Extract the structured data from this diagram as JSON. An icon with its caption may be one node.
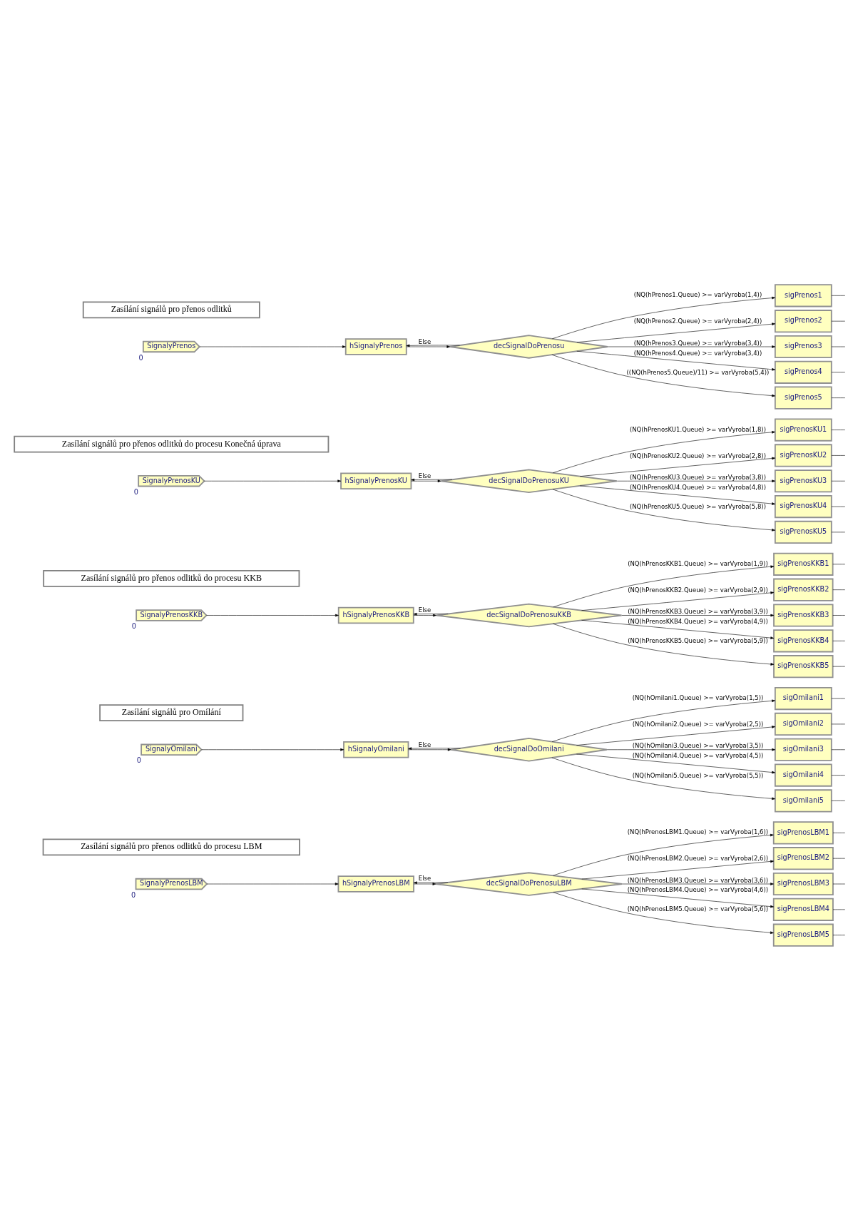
{
  "diagram": {
    "nodes": [
      {
        "text": [
          "Zasílání signálů pro přenos odlitků do procesu LBM"
        ]
      },
      {
        "text": [
          "SignalyPrenosLBM"
        ],
        "beside": [
          "0"
        ]
      },
      {
        "text": [
          "hSignalyPrenosLBM"
        ]
      },
      {
        "text": [
          "decSignalDoPrenosuLBM"
        ]
      },
      {
        "text": [
          "sigPrenosLBM1"
        ]
      },
      {
        "text": [
          "sigPrenosLBM2"
        ]
      },
      {
        "text": [
          "sigPrenosLBM3"
        ]
      },
      {
        "text": [
          "sigPrenosLBM4"
        ]
      },
      {
        "text": [
          "sigPrenosLBM5"
        ]
      },
      {
        "text": [
          "Zasílání signálů pro Omílání"
        ]
      },
      {
        "text": [
          "SignalyOmilani"
        ],
        "beside": [
          "0"
        ]
      },
      {
        "text": [
          "hSignalyOmilani"
        ]
      },
      {
        "text": [
          "decSignalDoOmilani"
        ]
      },
      {
        "text": [
          "sigOmilani1"
        ]
      },
      {
        "text": [
          "sigOmilani2"
        ]
      },
      {
        "text": [
          "sigOmilani3"
        ]
      },
      {
        "text": [
          "sigOmilani4"
        ]
      },
      {
        "text": [
          "sigOmilani5"
        ]
      },
      {
        "text": [
          "Zasílání signálů pro přenos odlitků do procesu KKB"
        ]
      },
      {
        "text": [
          "SignalyPrenosKKB"
        ],
        "beside": [
          "0"
        ]
      },
      {
        "text": [
          "hSignalyPrenosKKB"
        ]
      },
      {
        "text": [
          "decSignalDoPrenosuKKB"
        ]
      },
      {
        "text": [
          "sigPrenosKKB1"
        ]
      },
      {
        "text": [
          "sigPrenosKKB2"
        ]
      },
      {
        "text": [
          "sigPrenosKKB3"
        ]
      },
      {
        "text": [
          "sigPrenosKKB4"
        ]
      },
      {
        "text": [
          "sigPrenosKKB5"
        ]
      },
      {
        "text": [
          "Zasílání signálů pro přenos odlitků do procesu Konečná úprava"
        ]
      },
      {
        "text": [
          "SignalyPrenosKU"
        ],
        "beside": [
          "0"
        ]
      },
      {
        "text": [
          "hSignalyPrenosKU"
        ]
      },
      {
        "text": [
          "decSignalDoPrenosuKU"
        ]
      },
      {
        "text": [
          "sigPrenosKU1"
        ]
      },
      {
        "text": [
          "sigPrenosKU2"
        ]
      },
      {
        "text": [
          "sigPrenosKU3"
        ]
      },
      {
        "text": [
          "sigPrenosKU4"
        ]
      },
      {
        "text": [
          "sigPrenosKU5"
        ]
      },
      {
        "text": [
          "Zasílání signálů pro přenos odlitků"
        ]
      },
      {
        "text": [
          "SignalyPrenos"
        ],
        "beside": [
          "0"
        ]
      },
      {
        "text": [
          "hSignalyPrenos"
        ]
      },
      {
        "text": [
          "decSignalDoPrenosu"
        ]
      },
      {
        "text": [
          "sigPrenos1"
        ]
      },
      {
        "text": [
          "sigPrenos2"
        ]
      },
      {
        "text": [
          "sigPrenos3"
        ]
      },
      {
        "text": [
          "sigPrenos4"
        ]
      },
      {
        "text": [
          "sigPrenos5"
        ]
      }
    ],
    "edges": [
      {
        "from": 1,
        "to": 2,
        "arrow": "to"
      },
      {
        "from": 2,
        "to": 3,
        "arrow": "to"
      },
      {
        "from": 3,
        "to": 4,
        "arrow": "to",
        "label": "(NQ(hPrenosLBM1.Queue) >= varVyroba(1,6))"
      },
      {
        "from": 3,
        "to": 5,
        "arrow": "to",
        "label": "(NQ(hPrenosLBM2.Queue) >= varVyroba(2,6))"
      },
      {
        "from": 3,
        "to": 6,
        "arrow": "to",
        "label": "(NQ(hPrenosLBM3.Queue) >= varVyroba(3,6))"
      },
      {
        "from": 3,
        "to": 7,
        "arrow": "to",
        "label": "(NQ(hPrenosLBM4.Queue) >= varVyroba(4,6))"
      },
      {
        "from": 3,
        "to": 8,
        "arrow": "to",
        "label": "(NQ(hPrenosLBM5.Queue) >= varVyroba(5,6))"
      },
      {
        "from": 3,
        "to": 2,
        "arrow": "to",
        "label": "Else"
      },
      {
        "from": 4,
        "to": null,
        "arrow": "none"
      },
      {
        "from": 5,
        "to": null,
        "arrow": "none"
      },
      {
        "from": 6,
        "to": null,
        "arrow": "none"
      },
      {
        "from": 7,
        "to": null,
        "arrow": "none"
      },
      {
        "from": 8,
        "to": null,
        "arrow": "none"
      },
      {
        "from": 10,
        "to": 11,
        "arrow": "to"
      },
      {
        "from": 11,
        "to": 12,
        "arrow": "to"
      },
      {
        "from": 12,
        "to": 13,
        "arrow": "to",
        "label": "(NQ(hOmilani1.Queue) >= varVyroba(1,5))"
      },
      {
        "from": 12,
        "to": 14,
        "arrow": "to",
        "label": "(NQ(hOmilani2.Queue) >= varVyroba(2,5))"
      },
      {
        "from": 12,
        "to": 15,
        "arrow": "to",
        "label": "(NQ(hOmilani3.Queue) >= varVyroba(3,5))"
      },
      {
        "from": 12,
        "to": 16,
        "arrow": "to",
        "label": "(NQ(hOmilani4.Queue) >= varVyroba(4,5))"
      },
      {
        "from": 12,
        "to": 17,
        "arrow": "to",
        "label": "(NQ(hOmilani5.Queue) >= varVyroba(5,5))"
      },
      {
        "from": 12,
        "to": 11,
        "arrow": "to",
        "label": "Else"
      },
      {
        "from": 13,
        "to": null,
        "arrow": "none"
      },
      {
        "from": 14,
        "to": null,
        "arrow": "none"
      },
      {
        "from": 15,
        "to": null,
        "arrow": "none"
      },
      {
        "from": 16,
        "to": null,
        "arrow": "none"
      },
      {
        "from": 17,
        "to": null,
        "arrow": "none"
      },
      {
        "from": 19,
        "to": 20,
        "arrow": "to"
      },
      {
        "from": 20,
        "to": 21,
        "arrow": "to"
      },
      {
        "from": 21,
        "to": 22,
        "arrow": "to",
        "label": "(NQ(hPrenosKKB1.Queue) >= varVyroba(1,9))"
      },
      {
        "from": 21,
        "to": 23,
        "arrow": "to",
        "label": "(NQ(hPrenosKKB2.Queue) >= varVyroba(2,9))"
      },
      {
        "from": 21,
        "to": 24,
        "arrow": "to",
        "label": "(NQ(hPrenosKKB3.Queue) >= varVyroba(3,9))"
      },
      {
        "from": 21,
        "to": 25,
        "arrow": "to",
        "label": "(NQ(hPrenosKKB4.Queue) >= varVyroba(4,9))"
      },
      {
        "from": 21,
        "to": 26,
        "arrow": "to",
        "label": "(NQ(hPrenosKKB5.Queue) >= varVyroba(5,9))"
      },
      {
        "from": 21,
        "to": 20,
        "arrow": "to",
        "label": "Else"
      },
      {
        "from": 22,
        "to": null,
        "arrow": "none"
      },
      {
        "from": 23,
        "to": null,
        "arrow": "none"
      },
      {
        "from": 24,
        "to": null,
        "arrow": "none"
      },
      {
        "from": 25,
        "to": null,
        "arrow": "none"
      },
      {
        "from": 26,
        "to": null,
        "arrow": "none"
      },
      {
        "from": 28,
        "to": 29,
        "arrow": "to"
      },
      {
        "from": 29,
        "to": 30,
        "arrow": "to"
      },
      {
        "from": 30,
        "to": 31,
        "arrow": "to",
        "label": "(NQ(hPrenosKU1.Queue) >= varVyroba(1,8))"
      },
      {
        "from": 30,
        "to": 32,
        "arrow": "to",
        "label": "(NQ(hPrenosKU2.Queue) >= varVyroba(2,8))"
      },
      {
        "from": 30,
        "to": 33,
        "arrow": "to",
        "label": "(NQ(hPrenosKU3.Queue) >= varVyroba(3,8))"
      },
      {
        "from": 30,
        "to": 34,
        "arrow": "to",
        "label": "(NQ(hPrenosKU4.Queue) >= varVyroba(4,8))"
      },
      {
        "from": 30,
        "to": 35,
        "arrow": "to",
        "label": "(NQ(hPrenosKU5.Queue) >= varVyroba(5,8))"
      },
      {
        "from": 30,
        "to": 29,
        "arrow": "to",
        "label": "Else"
      },
      {
        "from": 31,
        "to": null,
        "arrow": "none"
      },
      {
        "from": 32,
        "to": null,
        "arrow": "none"
      },
      {
        "from": 33,
        "to": null,
        "arrow": "none"
      },
      {
        "from": 34,
        "to": null,
        "arrow": "none"
      },
      {
        "from": 35,
        "to": null,
        "arrow": "none"
      },
      {
        "from": 37,
        "to": 38,
        "arrow": "to"
      },
      {
        "from": 38,
        "to": 39,
        "arrow": "to"
      },
      {
        "from": 39,
        "to": 40,
        "arrow": "to",
        "label": "(NQ(hPrenos1.Queue) >= varVyroba(1,4))"
      },
      {
        "from": 39,
        "to": 41,
        "arrow": "to",
        "label": "(NQ(hPrenos2.Queue) >= varVyroba(2,4))"
      },
      {
        "from": 39,
        "to": 42,
        "arrow": "to",
        "label": "(NQ(hPrenos3.Queue) >= varVyroba(3,4))"
      },
      {
        "from": 39,
        "to": 43,
        "arrow": "to",
        "label": "(NQ(hPrenos4.Queue) >= varVyroba(3,4))"
      },
      {
        "from": 39,
        "to": 44,
        "arrow": "to",
        "label": "((NQ(hPrenos5.Queue)/11) >= varVyroba(5,4))"
      },
      {
        "from": 39,
        "to": 38,
        "arrow": "to",
        "label": "Else"
      },
      {
        "from": 40,
        "to": null,
        "arrow": "none"
      },
      {
        "from": 41,
        "to": null,
        "arrow": "none"
      },
      {
        "from": 42,
        "to": null,
        "arrow": "none"
      },
      {
        "from": 43,
        "to": null,
        "arrow": "none"
      },
      {
        "from": 44,
        "to": null,
        "arrow": "none"
      }
    ]
  }
}
